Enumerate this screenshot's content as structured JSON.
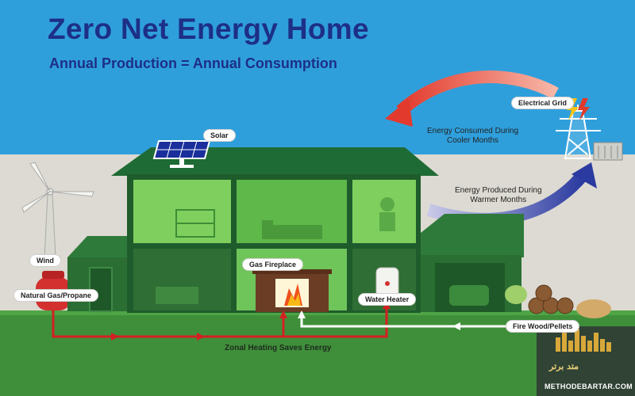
{
  "title": "Zero Net Energy Home",
  "subtitle": "Annual Production = Annual Consumption",
  "labels": {
    "solar": "Solar",
    "electrical_grid": "Electrical Grid",
    "wind": "Wind",
    "natural_gas": "Natural Gas/Propane",
    "gas_fireplace": "Gas Fireplace",
    "water_heater": "Water Heater",
    "fire_wood": "Fire Wood/Pellets"
  },
  "notes": {
    "consumed_line1": "Energy Consumed During",
    "consumed_line2": "Cooler Months",
    "produced_line1": "Energy Produced During",
    "produced_line2": "Warmer Months",
    "zonal": "Zonal Heating Saves Energy"
  },
  "watermark": {
    "site": "METHODEBARTAR.COM",
    "logo_text": "متد برتر"
  },
  "colors": {
    "sky": "#2f9fdc",
    "ground": "#dcdad2",
    "lawn": "#3f8f3a",
    "roof": "#1f6b35",
    "wall": "#2b6e33",
    "room_light": "#7fcf5f",
    "room_mid": "#5fb24a",
    "room_dark": "#256b30",
    "title": "#1d2f86",
    "red_arrow": "#e03a2c",
    "blue_arrow": "#2a3aa0",
    "pipe_red": "#d32020",
    "watermark_bg": "#2f3d35",
    "watermark_gold": "#d8a83a"
  }
}
